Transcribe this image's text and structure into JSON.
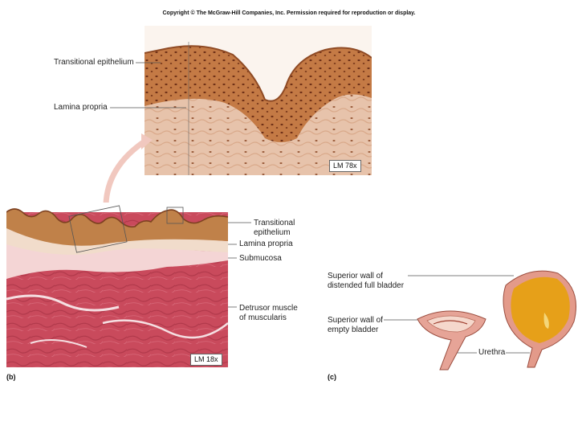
{
  "copyright": "Copyright © The McGraw-Hill Companies, Inc. Permission required for reproduction or display.",
  "top_micrograph": {
    "magnification": "LM 78x",
    "labels": {
      "transitional_epithelium": "Transitional epithelium",
      "lamina_propria": "Lamina propria"
    }
  },
  "panel_b": {
    "letter": "(b)",
    "magnification": "LM 18x",
    "labels": {
      "transitional_epithelium": "Transitional epithelium",
      "lamina_propria": "Lamina propria",
      "submucosa": "Submucosa",
      "detrusor": "Detrusor muscle of muscularis"
    }
  },
  "panel_c": {
    "letter": "(c)",
    "labels": {
      "distended": "Superior wall of distended full bladder",
      "empty": "Superior wall of empty bladder",
      "urethra": "Urethra"
    }
  },
  "colors": {
    "epithelium": "#b9713f",
    "tissue_pink": "#f2c2b6",
    "muscle": "#c8485a",
    "urine": "#e6a019",
    "bladder_wall": "#e39a8a"
  }
}
